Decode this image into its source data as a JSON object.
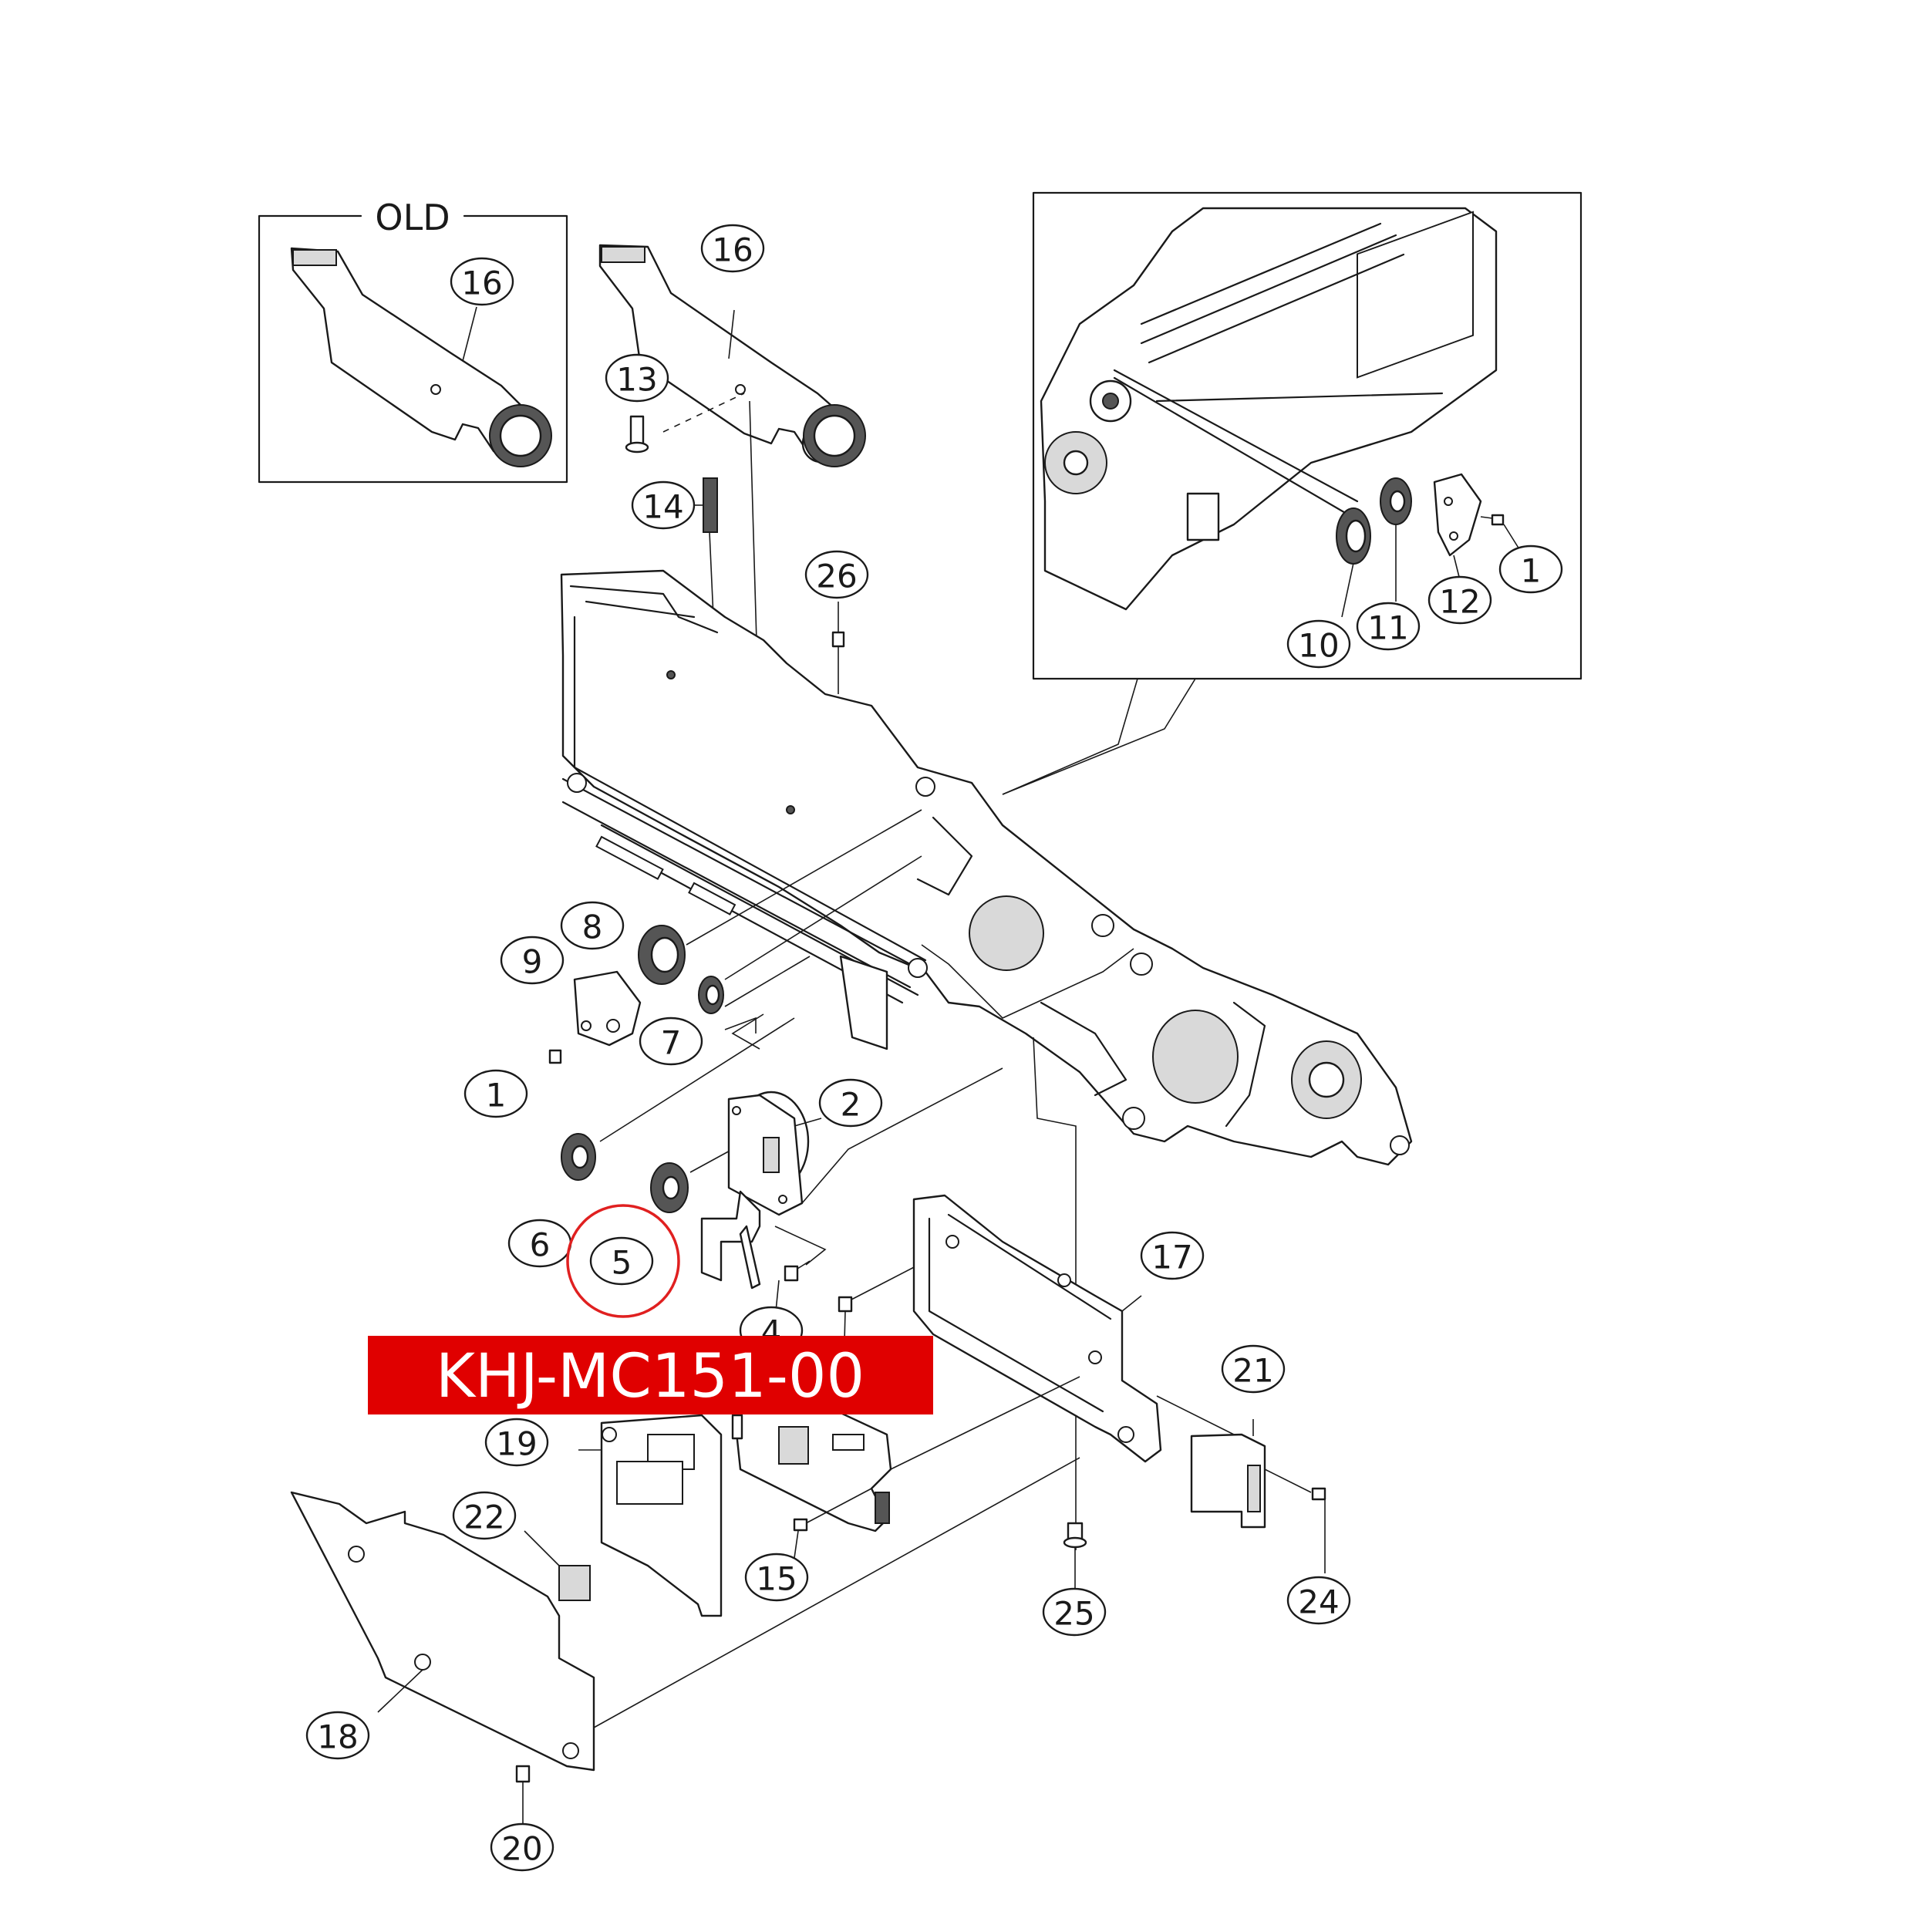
{
  "old_box_label": "OLD",
  "part_number_banner": {
    "text": "KHJ-MC151-00",
    "background": "#e00000",
    "text_color": "#ffffff"
  },
  "highlight_color": "#e02020",
  "callouts": {
    "c16_old": "16",
    "c16": "16",
    "c13": "13",
    "c14": "14",
    "c26": "26",
    "c1_inset": "1",
    "c10": "10",
    "c11": "11",
    "c12": "12",
    "c8": "8",
    "c9": "9",
    "c7": "7",
    "c1_left": "1",
    "c2": "2",
    "c6": "6",
    "c5": "5",
    "c4": "4",
    "c17": "17",
    "c21": "21",
    "c19": "19",
    "c22": "22",
    "c15": "15",
    "c25": "25",
    "c24": "24",
    "c18": "18",
    "c20": "20"
  }
}
